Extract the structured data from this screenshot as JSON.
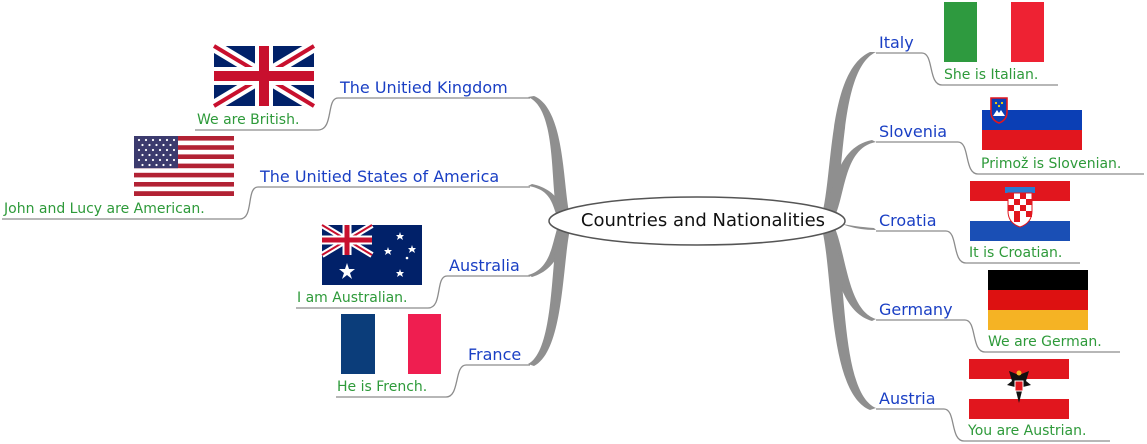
{
  "central_topic": "Countries and Nationalities",
  "colors": {
    "topic_text": "#1a3fc4",
    "sentence_text": "#2e9a3a",
    "branch": "#8c8c8c",
    "underline": "#8c8c8c"
  },
  "branches": {
    "uk": {
      "topic": "The Unitied Kingdom",
      "sentence": "We are British.",
      "flag_icon": "uk-flag-icon"
    },
    "usa": {
      "topic": "The Unitied States of America",
      "sentence": "John and Lucy are American.",
      "flag_icon": "usa-flag-icon"
    },
    "australia": {
      "topic": "Australia",
      "sentence": "I am Australian.",
      "flag_icon": "australia-flag-icon"
    },
    "france": {
      "topic": "France",
      "sentence": "He is French.",
      "flag_icon": "france-flag-icon"
    },
    "italy": {
      "topic": "Italy",
      "sentence": "She is Italian.",
      "flag_icon": "italy-flag-icon"
    },
    "slovenia": {
      "topic": "Slovenia",
      "sentence": "Primož is Slovenian.",
      "flag_icon": "slovenia-flag-icon"
    },
    "croatia": {
      "topic": "Croatia",
      "sentence": "It is Croatian.",
      "flag_icon": "croatia-flag-icon"
    },
    "germany": {
      "topic": "Germany",
      "sentence": "We are German.",
      "flag_icon": "germany-flag-icon"
    },
    "austria": {
      "topic": "Austria",
      "sentence": "You are Austrian.",
      "flag_icon": "austria-flag-icon"
    }
  }
}
